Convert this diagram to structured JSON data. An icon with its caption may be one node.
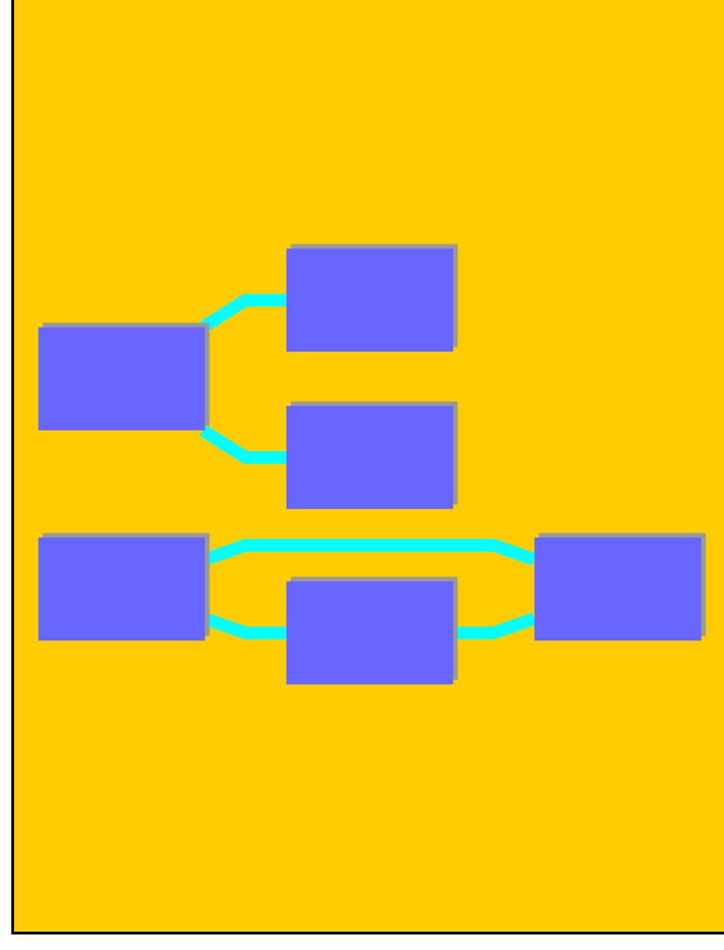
{
  "diagram": {
    "nodes": [
      {
        "text": [],
        "shape": "box"
      },
      {
        "text": [],
        "shape": "box"
      },
      {
        "text": [],
        "shape": "box"
      },
      {
        "text": [],
        "shape": "box"
      },
      {
        "text": [],
        "shape": "box"
      },
      {
        "text": [],
        "shape": "box"
      }
    ],
    "edges": [
      {
        "from": 0,
        "to": 1,
        "arrow": "none"
      },
      {
        "from": 0,
        "to": 2,
        "arrow": "none"
      },
      {
        "from": 3,
        "to": 4,
        "arrow": "none"
      },
      {
        "from": 3,
        "to": 5,
        "arrow": "none"
      },
      {
        "from": 5,
        "to": 4,
        "arrow": "none"
      }
    ]
  }
}
